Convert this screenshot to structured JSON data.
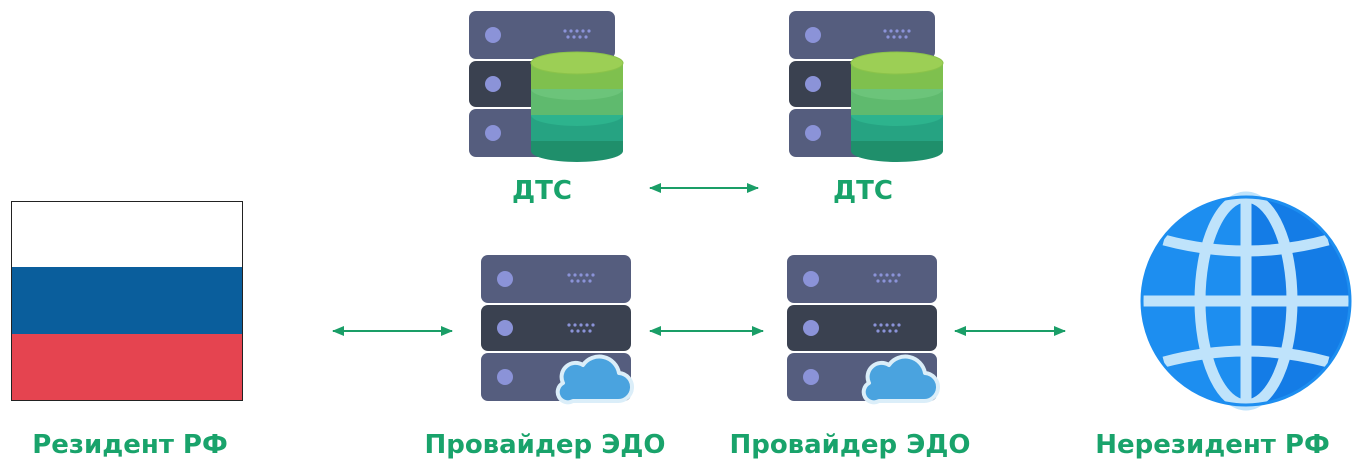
{
  "nodes": {
    "dts_left": {
      "label": "ДТС",
      "icon": "database-server-icon"
    },
    "dts_right": {
      "label": "ДТС",
      "icon": "database-server-icon"
    },
    "resident": {
      "label": "Резидент РФ",
      "icon": "russia-flag-icon"
    },
    "provider_left": {
      "label": "Провайдер ЭДО",
      "icon": "cloud-server-icon"
    },
    "provider_right": {
      "label": "Провайдер ЭДО",
      "icon": "cloud-server-icon"
    },
    "nonresident": {
      "label": "Нерезидент РФ",
      "icon": "globe-icon"
    }
  },
  "connections": [
    {
      "from": "dts_left",
      "to": "dts_right",
      "type": "bidirectional-arrow"
    },
    {
      "from": "resident",
      "to": "provider_left",
      "type": "bidirectional-arrow"
    },
    {
      "from": "provider_left",
      "to": "provider_right",
      "type": "bidirectional-arrow"
    },
    {
      "from": "provider_right",
      "to": "nonresident",
      "type": "bidirectional-arrow"
    }
  ],
  "colors": {
    "label_green": "#19a36b",
    "arrow_green": "#1a9e67",
    "server_panel": "#555d7e",
    "server_panel_dark": "#3a4150",
    "server_led": "#8b93d8",
    "db_top": "#8bc34a",
    "db_mid": "#5fba6e",
    "db_bottom": "#26a382",
    "cloud": "#4aa3df",
    "flag_white": "#ffffff",
    "flag_blue": "#0a5e9c",
    "flag_red": "#e54450",
    "globe_blue": "#1d8ef0",
    "globe_lines": "#bfe3fb"
  }
}
